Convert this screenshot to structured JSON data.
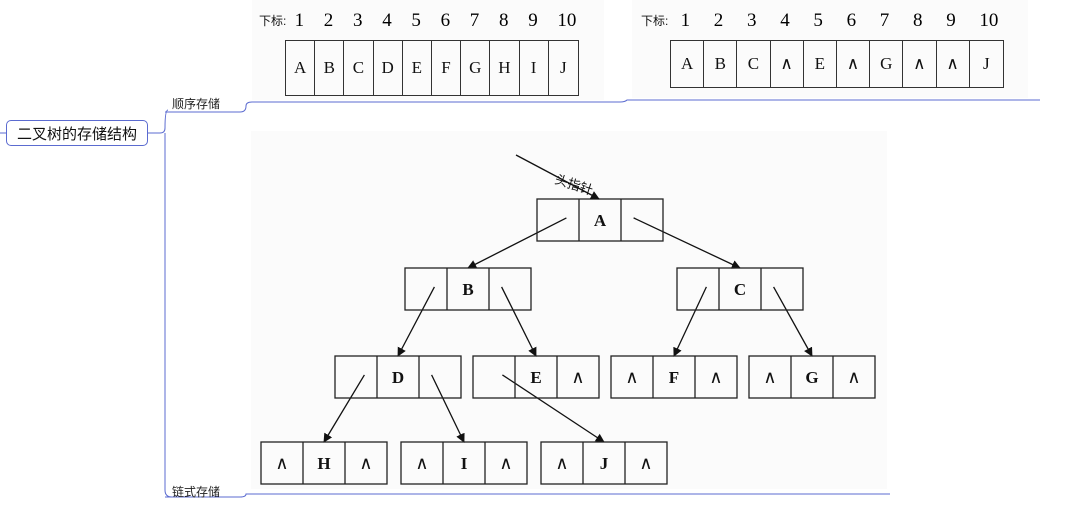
{
  "root": {
    "label": "二叉树的存储结构"
  },
  "branches": {
    "sequential": "顺序存储",
    "linked": "链式存储"
  },
  "sequential": {
    "index_label": "下标:",
    "full": {
      "indices": [
        "1",
        "2",
        "3",
        "4",
        "5",
        "6",
        "7",
        "8",
        "9",
        "10"
      ],
      "cells": [
        "A",
        "B",
        "C",
        "D",
        "E",
        "F",
        "G",
        "H",
        "I",
        "J"
      ]
    },
    "sparse": {
      "indices": [
        "1",
        "2",
        "3",
        "4",
        "5",
        "6",
        "7",
        "8",
        "9",
        "10"
      ],
      "cells": [
        "A",
        "B",
        "C",
        "∧",
        "E",
        "∧",
        "G",
        "∧",
        "∧",
        "J"
      ]
    }
  },
  "linked": {
    "head_pointer_label": "头指针",
    "nodes": [
      {
        "id": "A",
        "left": "",
        "data": "A",
        "right": ""
      },
      {
        "id": "B",
        "left": "",
        "data": "B",
        "right": ""
      },
      {
        "id": "C",
        "left": "",
        "data": "C",
        "right": ""
      },
      {
        "id": "D",
        "left": "",
        "data": "D",
        "right": ""
      },
      {
        "id": "E",
        "left": "",
        "data": "E",
        "right": "∧"
      },
      {
        "id": "F",
        "left": "∧",
        "data": "F",
        "right": "∧"
      },
      {
        "id": "G",
        "left": "∧",
        "data": "G",
        "right": "∧"
      },
      {
        "id": "H",
        "left": "∧",
        "data": "H",
        "right": "∧"
      },
      {
        "id": "I",
        "left": "∧",
        "data": "I",
        "right": "∧"
      },
      {
        "id": "J",
        "left": "∧",
        "data": "J",
        "right": "∧"
      }
    ]
  }
}
